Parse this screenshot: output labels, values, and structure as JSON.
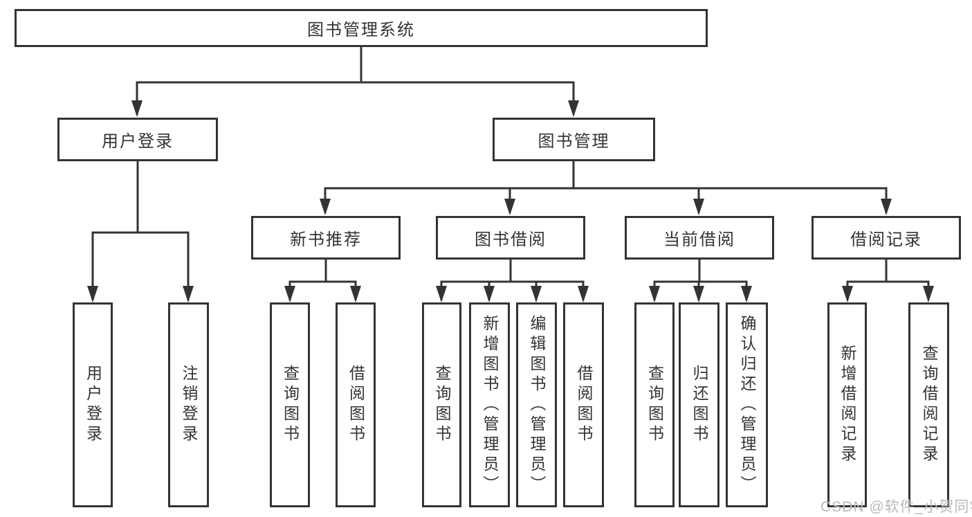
{
  "diagram": {
    "root": {
      "label": "图书管理系统"
    },
    "branches": [
      {
        "label": "用户登录",
        "children": [
          "用户登录",
          "注销登录"
        ]
      },
      {
        "label": "图书管理",
        "children": [
          {
            "label": "新书推荐",
            "children": [
              "查询图书",
              "借阅图书"
            ]
          },
          {
            "label": "图书借阅",
            "children": [
              "查询图书",
              "新增图书（管理员）",
              "编辑图书（管理员）",
              "借阅图书"
            ]
          },
          {
            "label": "当前借阅",
            "children": [
              "查询图书",
              "归还图书",
              "确认归还（管理员）"
            ]
          },
          {
            "label": "借阅记录",
            "children": [
              "新增借阅记录",
              "查询借阅记录"
            ]
          }
        ]
      }
    ]
  },
  "watermark": {
    "text": "CSDN @软件_小贺同学"
  },
  "colors": {
    "line": "#333333",
    "text": "#333333",
    "node_background": "#ffffff",
    "watermark": "#b9b9b9",
    "background": "#ffffff"
  }
}
